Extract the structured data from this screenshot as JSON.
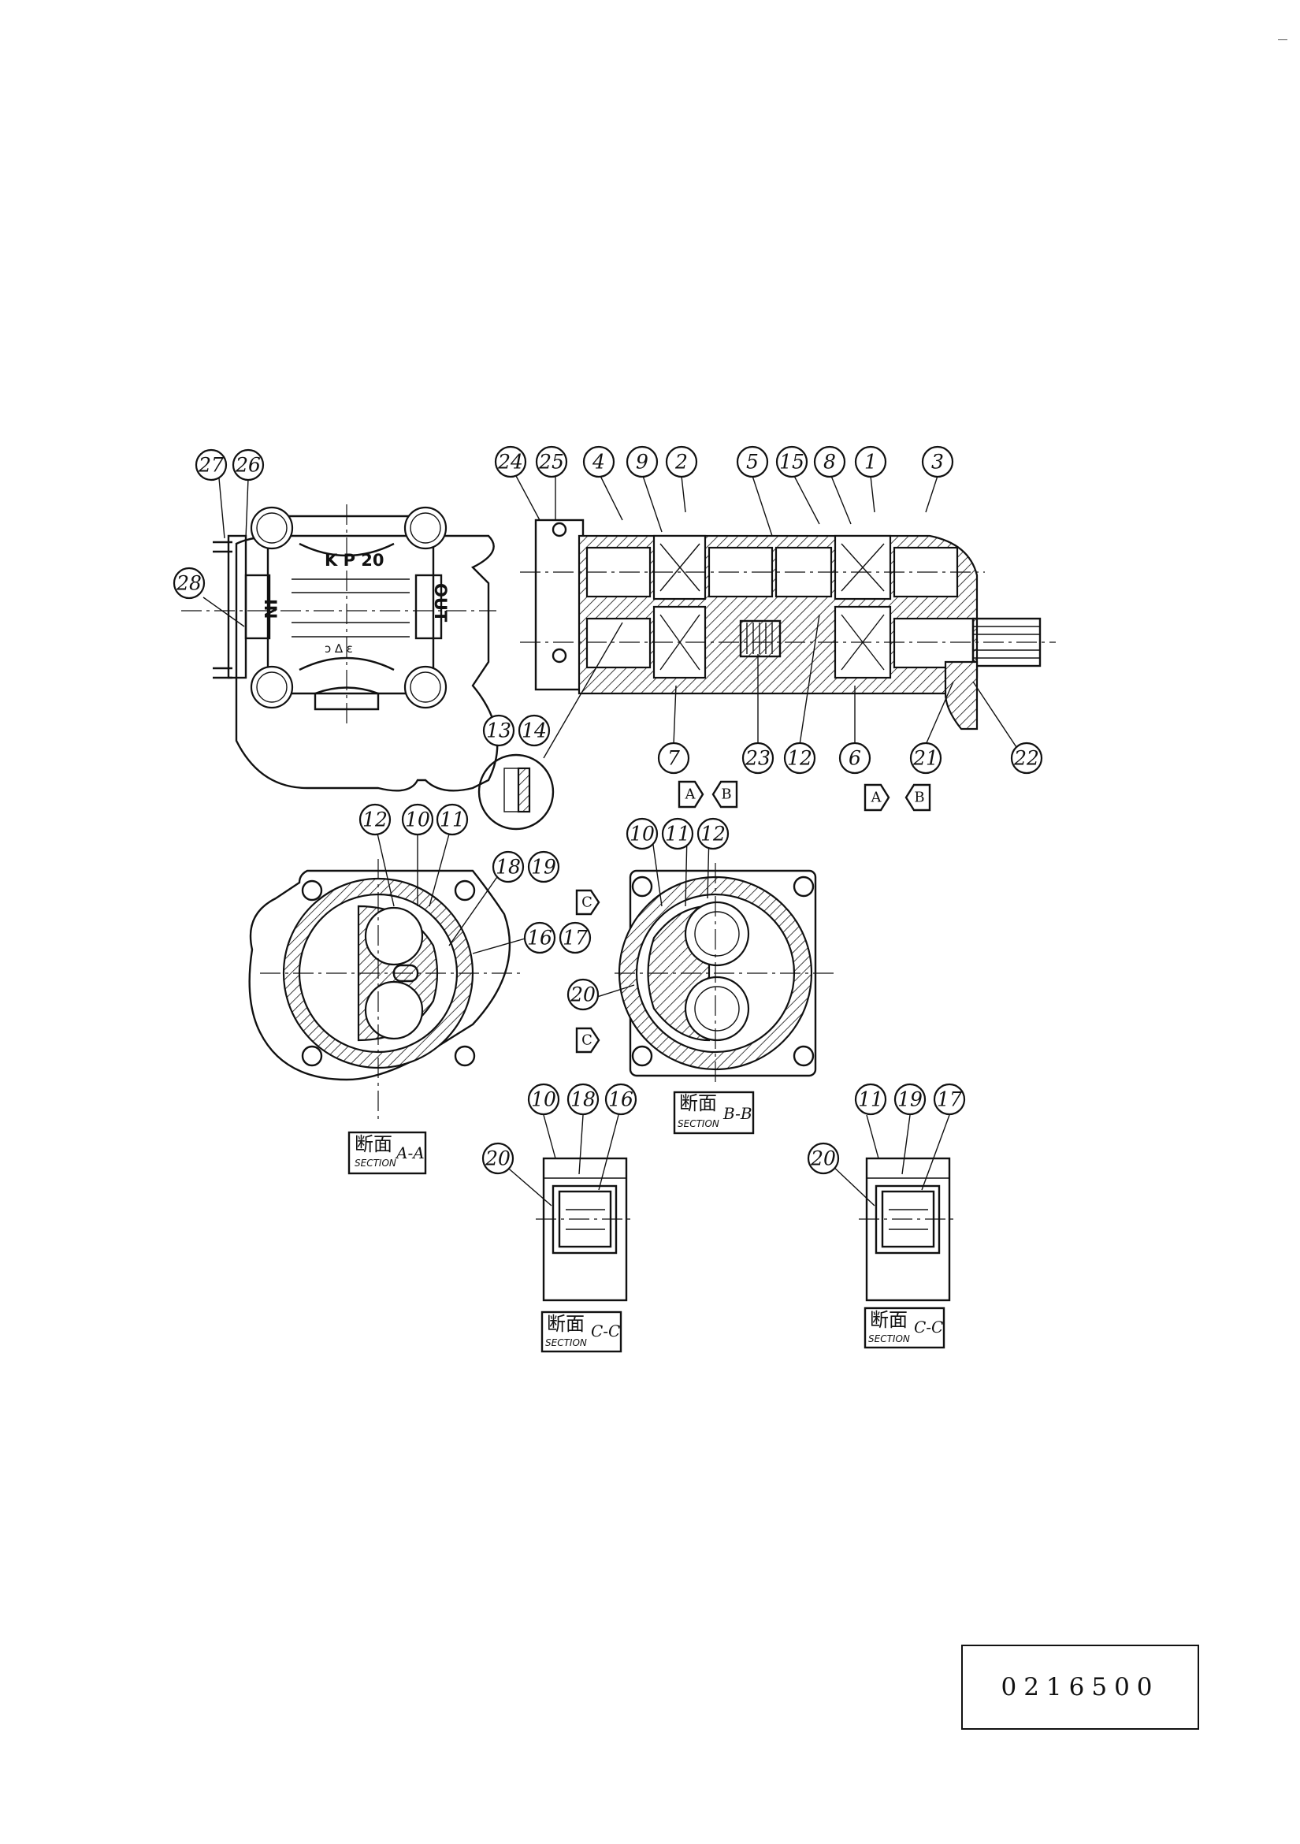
{
  "drawing": {
    "document_number": "0216500",
    "nameplate_model": "K P 20",
    "port_in": "IN",
    "port_out": "OUT",
    "plate_small_text": "ɔ ∆ ɛ",
    "callouts": [
      "1",
      "2",
      "3",
      "4",
      "5",
      "6",
      "7",
      "8",
      "9",
      "10",
      "11",
      "12",
      "13",
      "14",
      "15",
      "16",
      "17",
      "18",
      "19",
      "20",
      "21",
      "22",
      "23",
      "24",
      "25",
      "26",
      "27",
      "28"
    ],
    "flow_arrows": [
      "A",
      "B",
      "A",
      "B",
      "C",
      "C"
    ],
    "section_labels": [
      {
        "kanji": "断面",
        "en": "SECTION",
        "letter": "A-A"
      },
      {
        "kanji": "断面",
        "en": "SECTION",
        "letter": "B-B"
      },
      {
        "kanji": "断面",
        "en": "SECTION",
        "letter": "C-C"
      },
      {
        "kanji": "断面",
        "en": "SECTION",
        "letter": "C-C"
      }
    ]
  }
}
